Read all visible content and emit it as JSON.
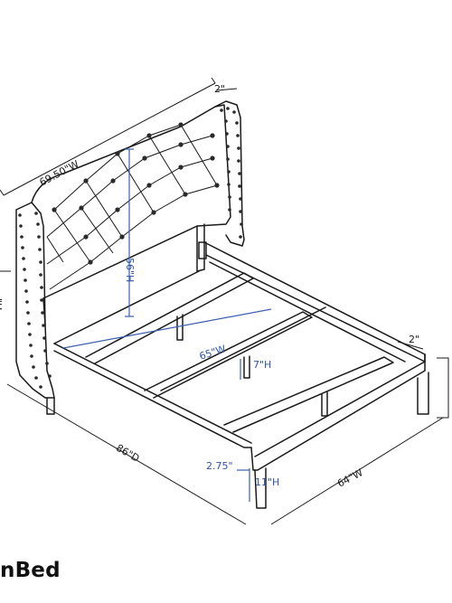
{
  "caption": "nBed",
  "dimensions": {
    "headboard_width": "69.50\"W",
    "headboard_depth": "2\"",
    "headboard_height": "56\"H",
    "side_height": "\"H",
    "inner_width": "65\"W",
    "slat_drop": "7\"H",
    "right_side_depth": "2\"",
    "overall_length": "86\"D",
    "rail_thickness": "2.75\"",
    "leg_height": "11\"H",
    "overall_width": "64\"W"
  },
  "colors": {
    "outline": "#1a1a1a",
    "dimension_inner": "#2f54a8"
  }
}
